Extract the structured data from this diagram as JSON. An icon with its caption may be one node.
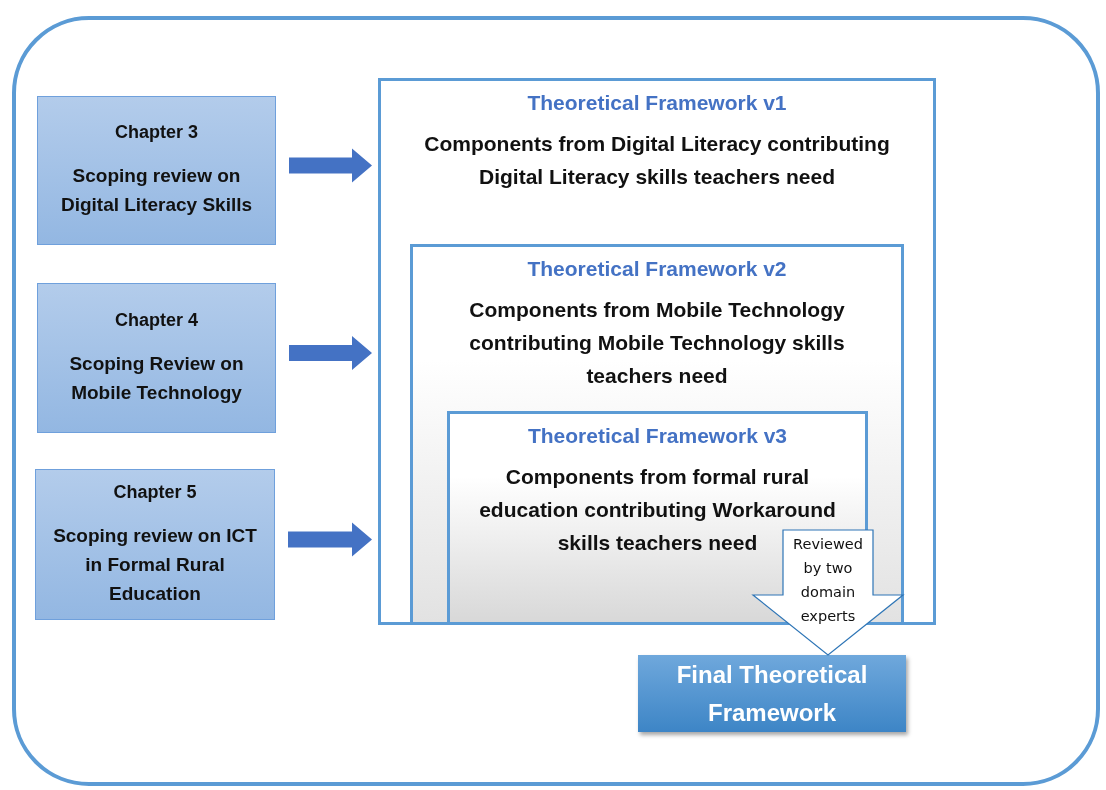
{
  "diagram": {
    "nodes": [
      {
        "text": [
          "Chapter 3",
          "Scoping review on Digital Literacy Skills"
        ]
      },
      {
        "text": [
          "Chapter 4",
          "Scoping Review on Mobile Technology"
        ]
      },
      {
        "text": [
          "Chapter 5",
          "Scoping review on ICT in Formal Rural Education"
        ]
      },
      {
        "text": [
          "Theoretical Framework v1",
          "Components from Digital Literacy contributing Digital Literacy skills teachers need"
        ]
      },
      {
        "text": [
          "Theoretical Framework v2",
          "Components from Mobile Technology contributing Mobile Technology skills teachers need"
        ],
        "in": 3
      },
      {
        "text": [
          "Theoretical Framework v3",
          "Components from formal rural education contributing Workaround skills teachers need"
        ],
        "in": 4
      },
      {
        "text": [
          "Final Theoretical Framework"
        ]
      }
    ],
    "edges": [
      {
        "from": 0,
        "to": 3,
        "arrow": "to"
      },
      {
        "from": 1,
        "to": 3,
        "arrow": "to"
      },
      {
        "from": 2,
        "to": 3,
        "arrow": "to"
      },
      {
        "from": 5,
        "to": 6,
        "arrow": "to",
        "label": "Reviewed by two domain experts"
      }
    ]
  }
}
